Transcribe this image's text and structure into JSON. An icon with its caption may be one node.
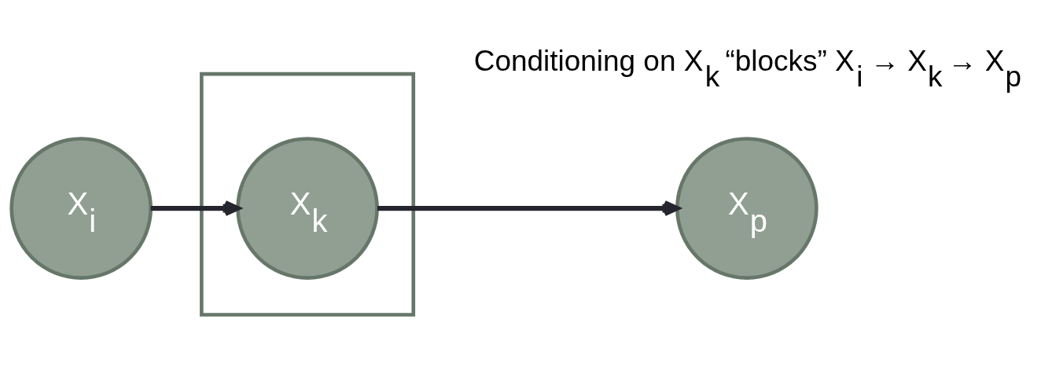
{
  "diagram": {
    "nodes": [
      {
        "text": [
          "X$_{i}$"
        ]
      },
      {
        "text": [],
        "shape": "box"
      },
      {
        "text": [
          "X$_{k}$"
        ],
        "in": 1
      },
      {
        "text": [
          "X$_{p}$"
        ]
      }
    ],
    "edges": [
      {
        "from": 0,
        "to": 2,
        "arrow": "to"
      },
      {
        "from": 2,
        "to": 3,
        "arrow": "to"
      }
    ],
    "labels": [
      "Conditioning on X$_{k}$ “blocks” X$_{i}$ → X$_{k}$ → X$_{p}$"
    ]
  }
}
